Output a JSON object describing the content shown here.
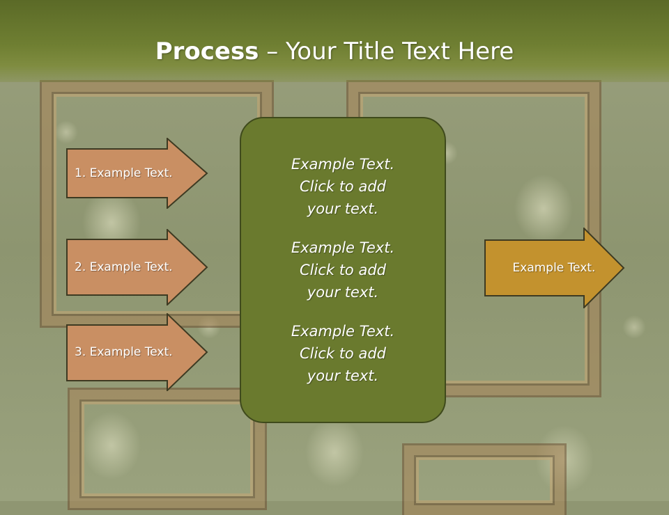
{
  "slide": {
    "title_bold": "Process",
    "title_rest": " – Your Title Text Here"
  },
  "left_arrows": [
    {
      "label": "1. Example Text."
    },
    {
      "label": "2. Example Text."
    },
    {
      "label": "3. Example Text."
    }
  ],
  "center": {
    "paragraphs": [
      "Example Text.\nClick  to add\nyour text.",
      "Example Text.\nClick  to add\nyour text.",
      "Example Text.\nClick  to add\nyour text."
    ]
  },
  "right_arrow": {
    "label": "Example Text."
  },
  "colors": {
    "header": "#6f7f32",
    "left_arrow_fill": "#c98f63",
    "right_arrow_fill": "#c3922e",
    "center_box": "#6a7a2e"
  }
}
